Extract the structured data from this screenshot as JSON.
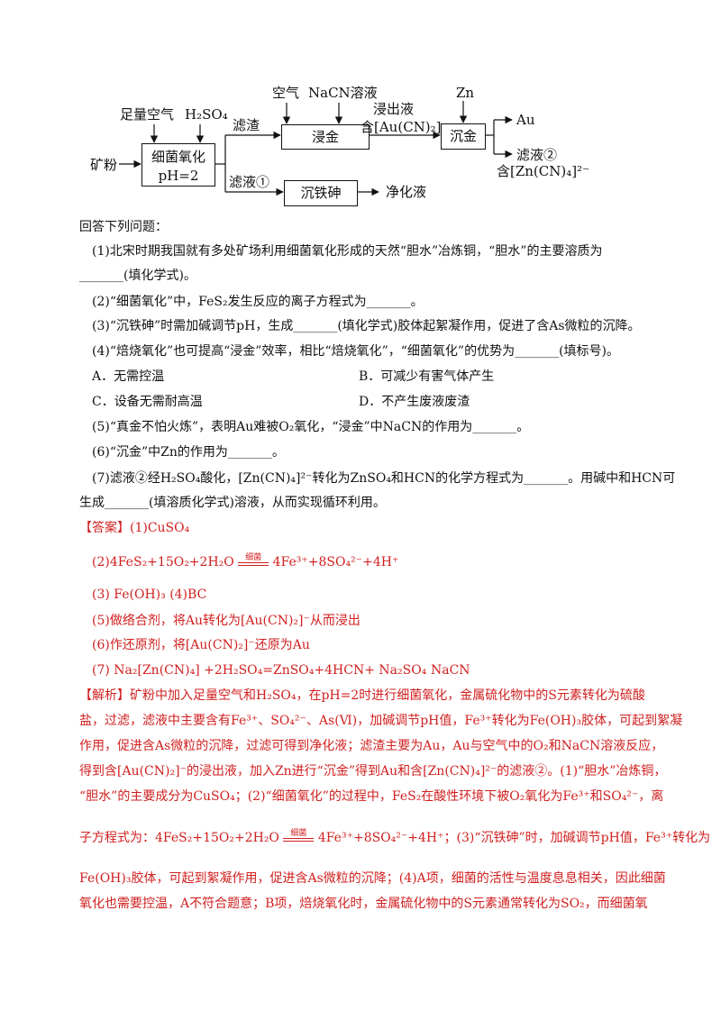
{
  "diagram": {
    "ore": "矿粉",
    "air_full": "足量空气",
    "h2so4": "H₂SO₄",
    "box_bacteria_line1": "细菌氧化",
    "box_bacteria_line2": "pH=2",
    "residue": "滤渣",
    "filtrate1": "滤液①",
    "air": "空气",
    "nacn": "NaCN溶液",
    "box_leach": "浸金",
    "leach_liquid": "浸出液",
    "leach_contains": "含[Au(CN)₂]⁻",
    "zn": "Zn",
    "box_precip": "沉金",
    "au": "Au",
    "filtrate2": "滤液②",
    "filtrate2_contains": "含[Zn(CN)₄]²⁻",
    "box_arsenic": "沉铁砷",
    "purified": "净化液"
  },
  "questions": {
    "intro": "回答下列问题：",
    "q1a": "(1)北宋时期我国就有多处矿场利用细菌氧化形成的天然“胆水”冶炼铜，“胆水”的主要溶质为",
    "q1b": "_______(填化学式)。",
    "q2": "(2)“细菌氧化”中，FeS₂发生反应的离子方程式为_______。",
    "q3": "(3)“沉铁砷”时需加碱调节pH，生成_______(填化学式)胶体起絮凝作用，促进了含As微粒的沉降。",
    "q4": "(4)“焙烧氧化”也可提高“浸金”效率，相比“焙烧氧化”，“细菌氧化”的优势为_______(填标号)。",
    "optA": "A．无需控温",
    "optB": "B．可减少有害气体产生",
    "optC": "C．设备无需耐高温",
    "optD": "D．不产生废液废渣",
    "q5": "(5)“真金不怕火炼”，表明Au难被O₂氧化，“浸金”中NaCN的作用为_______。",
    "q6": "(6)“沉金”中Zn的作用为_______。",
    "q7a": "(7)滤液②经H₂SO₄酸化，[Zn(CN)₄]²⁻转化为ZnSO₄和HCN的化学方程式为_______。用碱中和HCN可",
    "q7b": "生成_______(填溶质化学式)溶液，从而实现循环利用。"
  },
  "answer": {
    "a1": "【答案】(1)CuSO₄",
    "a2_left": "(2)4FeS₂+15O₂+2H₂O",
    "a2_cond": "细菌",
    "a2_right": "4Fe³⁺+8SO₄²⁻+4H⁺",
    "a3": "(3)  Fe(OH)₃    (4)BC",
    "a5": "(5)做络合剂，将Au转化为[Au(CN)₂]⁻从而浸出",
    "a6": "(6)作还原剂，将[Au(CN)₂]⁻还原为Au",
    "a7": "(7)  Na₂[Zn(CN)₄] +2H₂SO₄=ZnSO₄+4HCN+  Na₂SO₄",
    "a7b": "NaCN"
  },
  "analysis": {
    "l1": "【解析】矿粉中加入足量空气和H₂SO₄，在pH=2时进行细菌氧化，金属硫化物中的S元素转化为硫酸",
    "l2": "盐，过滤，滤液中主要含有Fe³⁺、SO₄²⁻、As(Ⅵ)，加碱调节pH值，Fe³⁺转化为Fe(OH)₃胶体，可起到絮凝",
    "l3": "作用，促进含As微粒的沉降，过滤可得到净化液；滤渣主要为Au，Au与空气中的O₂和NaCN溶液反应，",
    "l4": "得到含[Au(CN)₂]⁻的浸出液，加入Zn进行“沉金”得到Au和含[Zn(CN)₄]²⁻的滤液②。(1)“胆水”冶炼铜，",
    "l5": "“胆水”的主要成分为CuSO₄；(2)“细菌氧化”的过程中，FeS₂在酸性环境下被O₂氧化为Fe³⁺和SO₄²⁻，离",
    "l6_left": "子方程式为：4FeS₂+15O₂+2H₂O",
    "l6_cond": "细菌",
    "l6_right": "4Fe³⁺+8SO₄²⁻+4H⁺；(3)“沉铁砷”时，加碱调节pH值，Fe³⁺转化为",
    "l7": "Fe(OH)₃胶体，可起到絮凝作用，促进含As微粒的沉降；(4)A项，细菌的活性与温度息息相关，因此细菌",
    "l8": "氧化也需要控温，A不符合题意；B项，焙烧氧化时，金属硫化物中的S元素通常转化为SO₂，而细菌氧"
  }
}
